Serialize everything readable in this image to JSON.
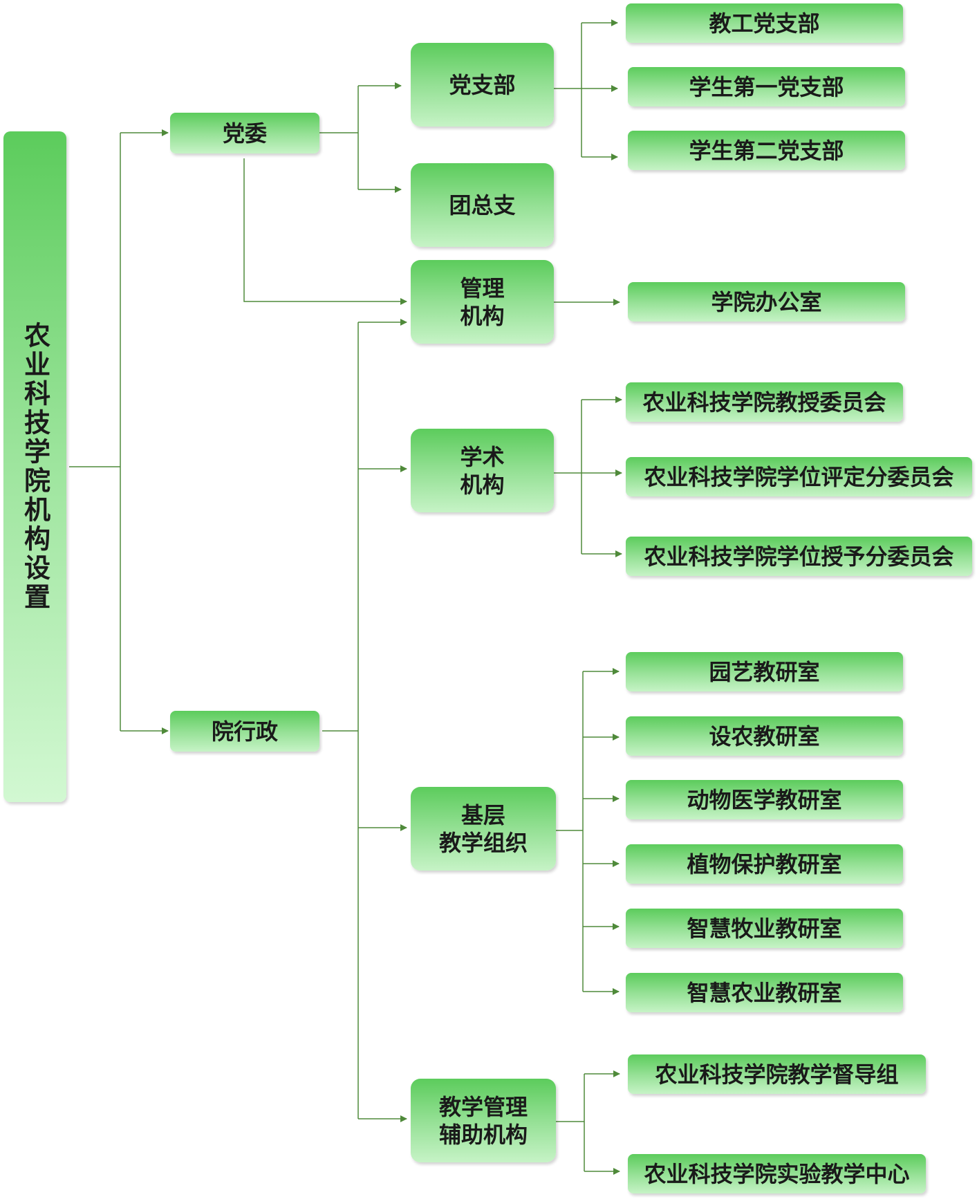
{
  "root": {
    "label": "农业科技学院机构设置"
  },
  "level1": {
    "party": "党委",
    "admin": "院行政"
  },
  "level2": {
    "branch": "党支部",
    "youth": "团总支",
    "mgmt": "管理\n机构",
    "academic": "学术\n机构",
    "teaching": "基层\n教学组织",
    "aux": "教学管理\n辅助机构"
  },
  "level3": {
    "branch_children": [
      "教工党支部",
      "学生第一党支部",
      "学生第二党支部"
    ],
    "mgmt_children": [
      "学院办公室"
    ],
    "academic_children": [
      "农业科技学院教授委员会",
      "农业科技学院学位评定分委员会",
      "农业科技学院学位授予分委员会"
    ],
    "teaching_children": [
      "园艺教研室",
      "设农教研室",
      "动物医学教研室",
      "植物保护教研室",
      "智慧牧业教研室",
      "智慧农业教研室"
    ],
    "aux_children": [
      "农业科技学院教学督导组",
      "农业科技学院实验教学中心"
    ]
  },
  "colors": {
    "line": "#4f8a3a",
    "box_top": "#5ccc5c",
    "box_bottom": "#c6f3c6"
  }
}
